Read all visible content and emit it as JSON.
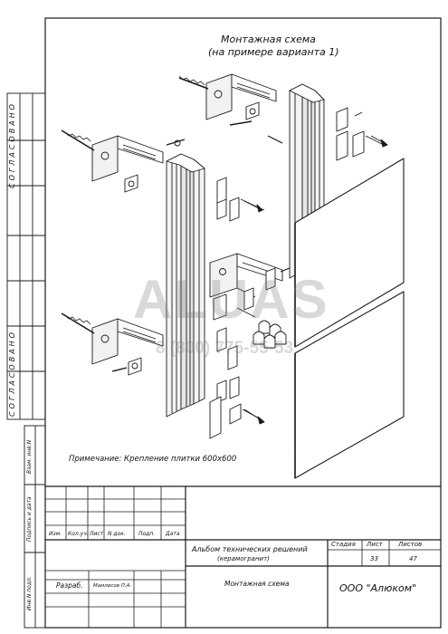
{
  "drawing": {
    "title_line1": "Монтажная схема",
    "title_line2": "(на примере варианта 1)",
    "note": "Примечание: Крепление плитки 600х600"
  },
  "side_stamp": {
    "agreed_top": "СОГЛАСОВАНО",
    "agreed_bottom": "СОГЛАСОВАНО",
    "col_inv_replace": "Взам. инв.N",
    "col_sign_date": "Подпись и дата",
    "col_inv_orig": "Инв.N подл."
  },
  "title_block": {
    "headers": {
      "change": "Изм.",
      "qty": "Кол.уч.",
      "sheet": "Лист",
      "doc": "N док.",
      "sign": "Подп.",
      "date": "Дата"
    },
    "album": "Альбом технических решений",
    "album_sub": "(керамогранит)",
    "stage_label": "Стадия",
    "sheet_label": "Лист",
    "sheets_label": "Листов",
    "sheet_no": "33",
    "sheets_total": "47",
    "developed_label": "Разраб.",
    "developer": "Мамлисов П.А.",
    "drawing_name": "Монтажная схема",
    "company": "ООО \"Алюком\""
  },
  "watermark": {
    "brand": "ALUAS",
    "phone": "8 (800) 775-55-53"
  },
  "colors": {
    "line": "#1a1a1a",
    "watermark": "#9a9a9a"
  }
}
